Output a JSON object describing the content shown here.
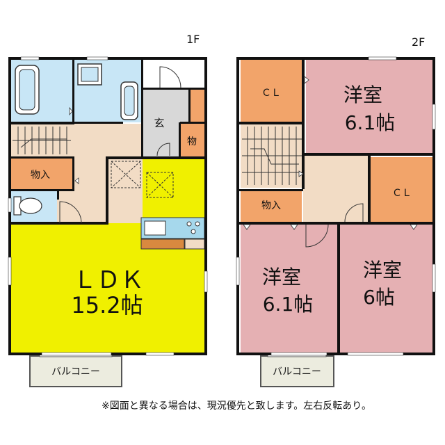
{
  "floors": {
    "first": {
      "label": "1F",
      "ldk_name": "ＬＤＫ",
      "ldk_size": "15.2帖",
      "entrance": "玄",
      "storage_small": "物",
      "storage_in": "物入",
      "balcony": "バルコニー"
    },
    "second": {
      "label": "2F",
      "closet_a": "ＣＬ",
      "closet_b": "ＣＬ",
      "room_a_name": "洋室",
      "room_a_size": "6.1帖",
      "room_b_name": "洋室",
      "room_b_size": "6.1帖",
      "room_c_name": "洋室",
      "room_c_size": "6帖",
      "storage_in": "物入",
      "balcony": "バルコニー"
    }
  },
  "note": "※図面と異なる場合は、現況優先と致します。左右反転あり。",
  "colors": {
    "wall": "#111111",
    "ldk": "#f0f000",
    "storage": "#f2a46a",
    "western_room": "#e5b0b3",
    "wet_area": "#c8e6f6",
    "hall": "#f2dcc5",
    "entrance": "#d8d8d8",
    "kitchen": "#a6d8ec",
    "counter": "#d9893f",
    "balcony": "#ececdf"
  }
}
